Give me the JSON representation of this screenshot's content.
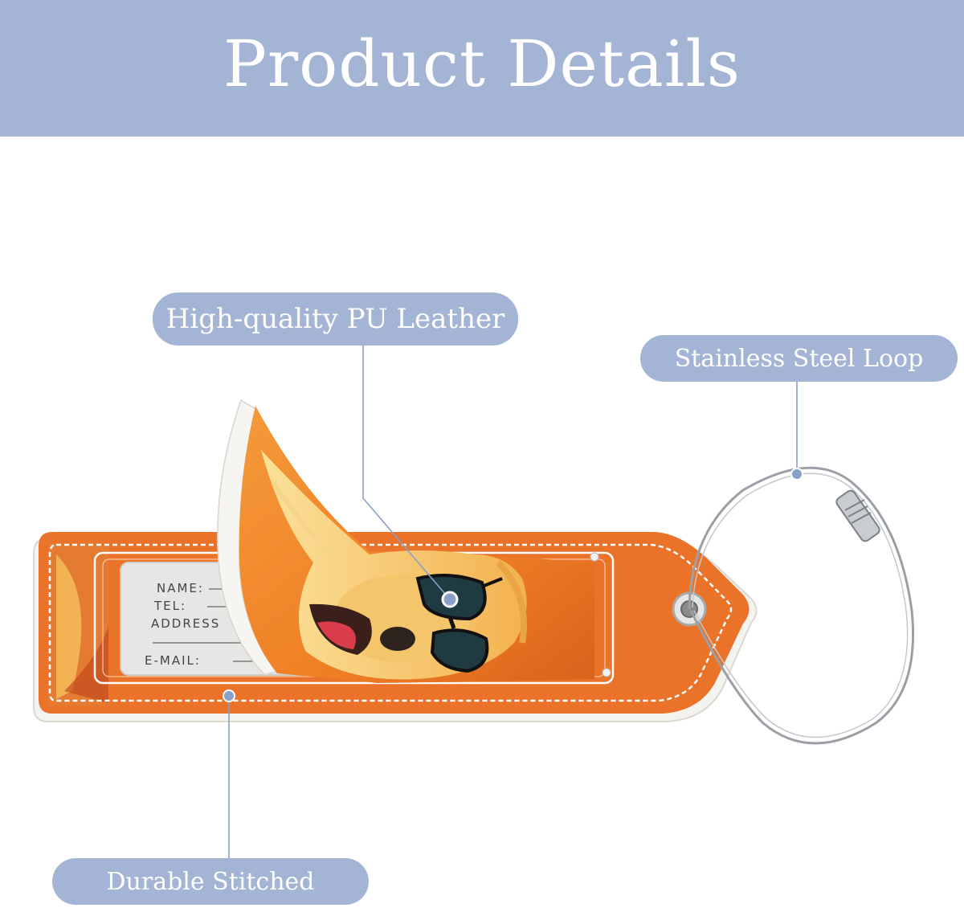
{
  "header": {
    "title": "Product Details"
  },
  "callouts": {
    "pu_leather": "High-quality PU Leather",
    "steel_loop": "Stainless Steel Loop",
    "stitched": "Durable Stitched"
  },
  "tag_card": {
    "name_label": "NAME:",
    "tel_label": "TEL:",
    "address_label": "ADDRESS",
    "email_label": "E-MAIL:"
  },
  "colors": {
    "banner": "#a4b4d4",
    "tag_orange": "#e8722a",
    "callout_line": "#8a9fc8"
  }
}
